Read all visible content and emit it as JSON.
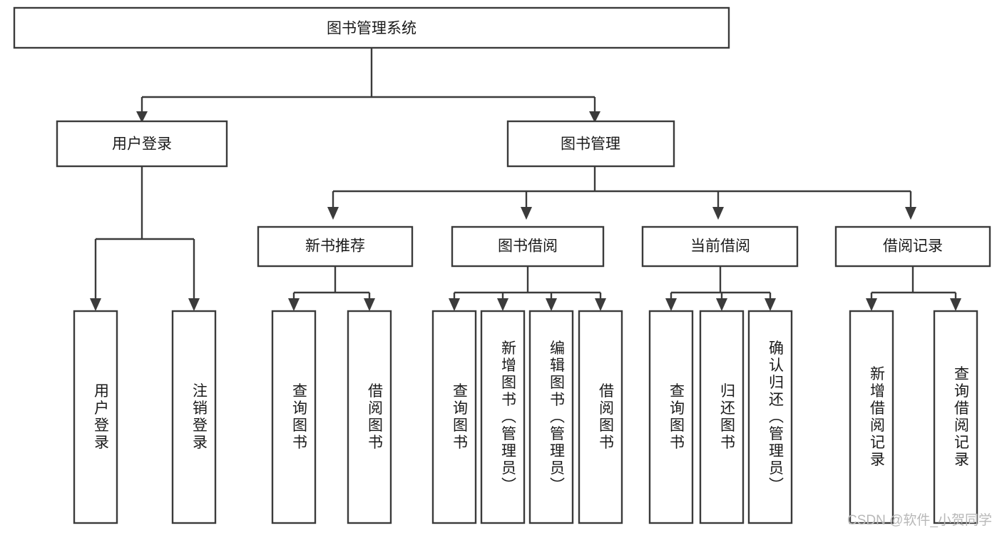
{
  "diagram": {
    "type": "tree-hierarchy-flowchart",
    "title": "图书管理系统",
    "orientation": "top-down",
    "levels": 4,
    "root": {
      "id": "root",
      "label": "图书管理系统"
    },
    "level2": [
      {
        "id": "user-login",
        "label": "用户登录"
      },
      {
        "id": "book-management",
        "label": "图书管理"
      }
    ],
    "level3": [
      {
        "id": "new-book-recommend",
        "label": "新书推荐",
        "parent": "book-management"
      },
      {
        "id": "book-borrow",
        "label": "图书借阅",
        "parent": "book-management"
      },
      {
        "id": "current-borrow",
        "label": "当前借阅",
        "parent": "book-management"
      },
      {
        "id": "borrow-record",
        "label": "借阅记录",
        "parent": "book-management"
      }
    ],
    "leaves": {
      "user-login": [
        {
          "id": "leaf-user-login",
          "label": "用户登录"
        },
        {
          "id": "leaf-user-logout",
          "label": "注销登录"
        }
      ],
      "new-book-recommend": [
        {
          "id": "leaf-query-book-1",
          "label": "查询图书"
        },
        {
          "id": "leaf-borrow-book-1",
          "label": "借阅图书"
        }
      ],
      "book-borrow": [
        {
          "id": "leaf-query-book-2",
          "label": "查询图书"
        },
        {
          "id": "leaf-add-book",
          "label": "新增图书（管理员）"
        },
        {
          "id": "leaf-edit-book",
          "label": "编辑图书（管理员）"
        },
        {
          "id": "leaf-borrow-book-2",
          "label": "借阅图书"
        }
      ],
      "current-borrow": [
        {
          "id": "leaf-query-book-3",
          "label": "查询图书"
        },
        {
          "id": "leaf-return-book",
          "label": "归还图书"
        },
        {
          "id": "leaf-confirm-return",
          "label": "确认归还（管理员）"
        }
      ],
      "borrow-record": [
        {
          "id": "leaf-add-borrow-record",
          "label": "新增借阅记录"
        },
        {
          "id": "leaf-query-borrow-record",
          "label": "查询借阅记录"
        }
      ]
    }
  },
  "watermark": {
    "text": "CSDN @软件_小贺同学"
  },
  "colors": {
    "background": "#ffffff",
    "box_fill": "#ffffff",
    "box_stroke": "#3b3b3b",
    "connector": "#3b3b3b",
    "text": "#1a1a1a",
    "watermark": "#b8b8b8"
  }
}
